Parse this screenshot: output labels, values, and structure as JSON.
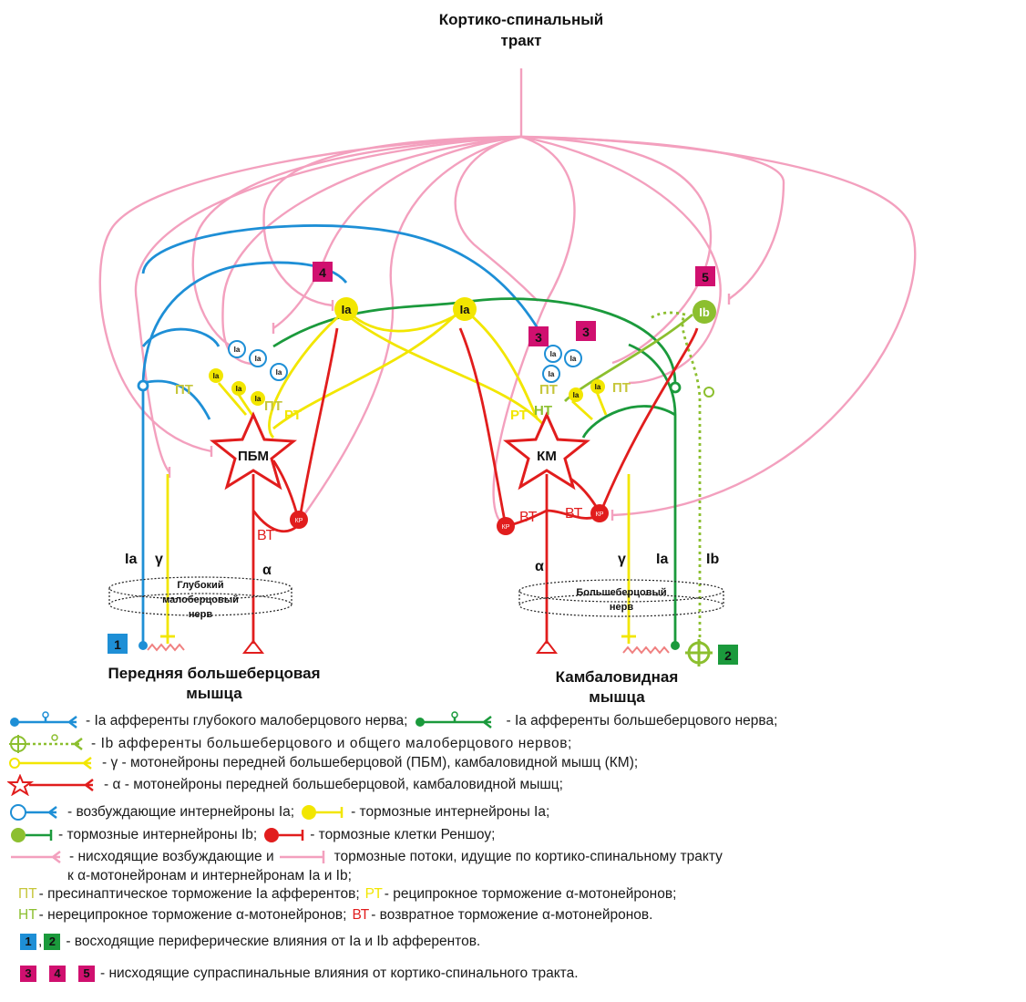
{
  "title": "Кортико-спинальный тракт",
  "labels": {
    "pbm": "ПБМ",
    "km": "КМ",
    "ia": "Ia",
    "ib": "Ib",
    "gamma": "γ",
    "alpha": "α",
    "vt": "ВТ",
    "pt": "ПТ",
    "rt": "РТ",
    "nt": "НТ",
    "kr": "КР"
  },
  "nerves": {
    "left": "Глубокий малоберцовый нерв",
    "right": "Большеберцовый нерв"
  },
  "muscles": {
    "left": "Передняя большеберцовая мышца",
    "right": "Камбаловидная мышца"
  },
  "markers": {
    "m1": "1",
    "m2": "2",
    "m3": "3",
    "m4": "4",
    "m5": "5"
  },
  "colors": {
    "blue": "#1e8fd6",
    "green": "#1b9a3c",
    "lightgreen": "#8cbf2f",
    "yellow": "#f2e600",
    "red": "#e11d1d",
    "pink": "#f3a0be",
    "magenta": "#d0106f",
    "olive": "#c6c63a"
  },
  "legend": {
    "l1a": "- Ia афференты глубокого малоберцового нерва;",
    "l1b": "- Ia афференты большеберцового нерва;",
    "l2": "- Ib афференты большеберцового и общего малоберцового нервов;",
    "l3": "- γ - мотонейроны передней большеберцовой (ПБМ), камбаловидной мышц (КМ);",
    "l4": "- α - мотонейроны передней большеберцовой, камбаловидной мышц;",
    "l5a": "- возбуждающие интернейроны Ia;",
    "l5b": "- тормозные интернейроны Ia;",
    "l6a": "- тормозные интернейроны Ib;",
    "l6b": "- тормозные клетки Реншоу;",
    "l7a": "- нисходящие возбуждающие и",
    "l7b": "тормозные потоки, идущие по кортико-спинальному тракту",
    "l8": "к α-мотонейронам и интернейронам Ia и Ib;",
    "l9a_abbr": "ПТ",
    "l9a": "- пресинаптическое торможение Ia афферентов;",
    "l9b_abbr": "РТ",
    "l9b": "- реципрокное торможение α-мотонейронов;",
    "l10a_abbr": "НТ",
    "l10a": "- нереципрокное торможение α-мотонейронов;",
    "l10b_abbr": "ВТ",
    "l10b": "- возвратное торможение α-мотонейронов.",
    "l11": "- восходящие периферические влияния от Ia и Ib афферентов.",
    "l12": "- нисходящие супраспинальные влияния от кортико-спинального тракта."
  }
}
